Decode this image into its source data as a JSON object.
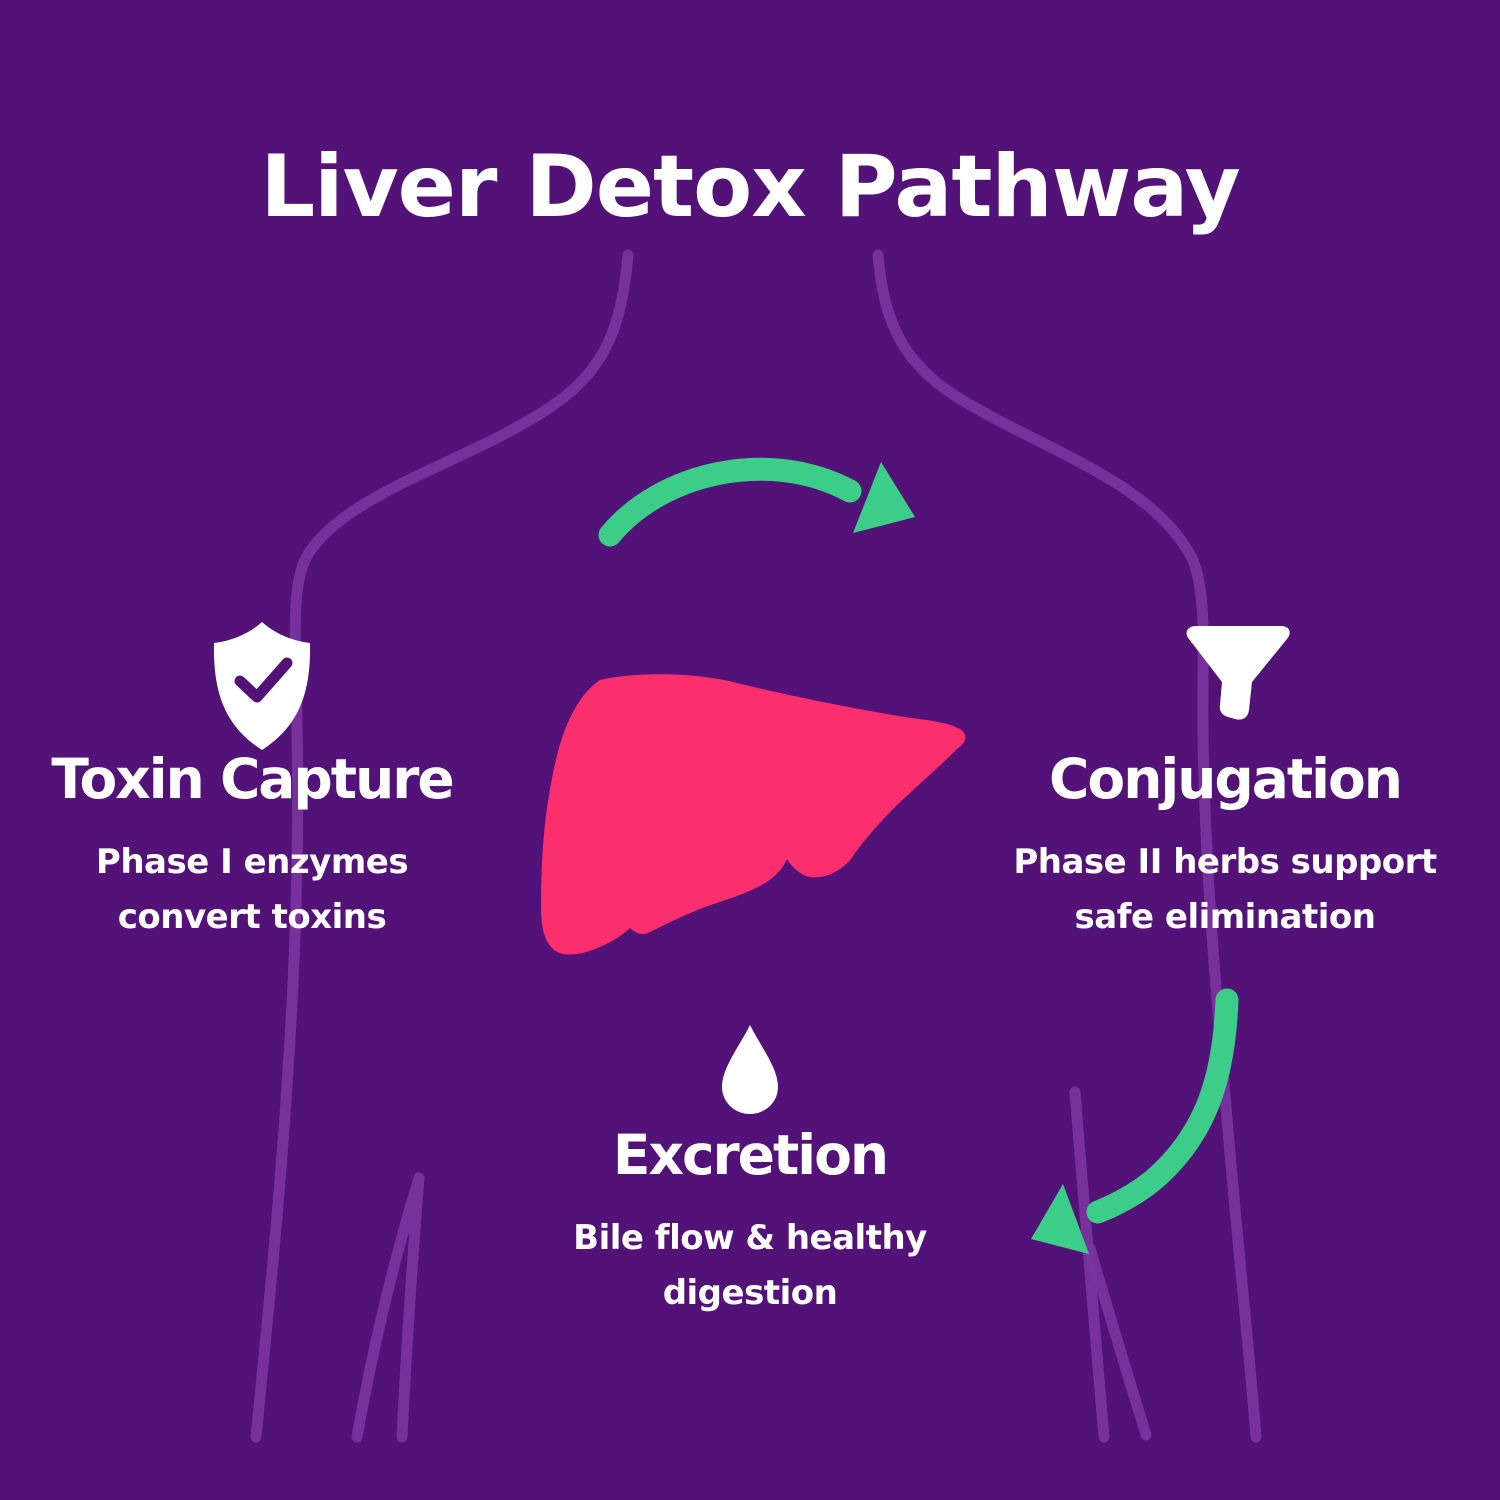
{
  "title": "Liver Detox Pathway",
  "colors": {
    "background": "#531277",
    "body_outline": "#7A35A0",
    "arrow_green": "#3CCE89",
    "liver_pink": "#FB2F6D",
    "text": "#FFFFFF",
    "icon_white": "#FFFFFF",
    "check_purple": "#531277"
  },
  "figure": {
    "center_illustration": "liver",
    "background_illustration": "body-silhouette-outline",
    "arrows": [
      "flow-arrow-top",
      "flow-arrow-right"
    ]
  },
  "sections": [
    {
      "id": "toxin-capture",
      "icon": "shield-check-icon",
      "heading": "Toxin Capture",
      "description_line1": "Phase I enzymes",
      "description_line2": "convert toxins"
    },
    {
      "id": "conjugation",
      "icon": "funnel-icon",
      "heading": "Conjugation",
      "description_line1": "Phase II herbs support",
      "description_line2": "safe elimination"
    },
    {
      "id": "excretion",
      "icon": "droplet-icon",
      "heading": "Excretion",
      "description_line1": "Bile flow & healthy",
      "description_line2": "digestion"
    }
  ]
}
